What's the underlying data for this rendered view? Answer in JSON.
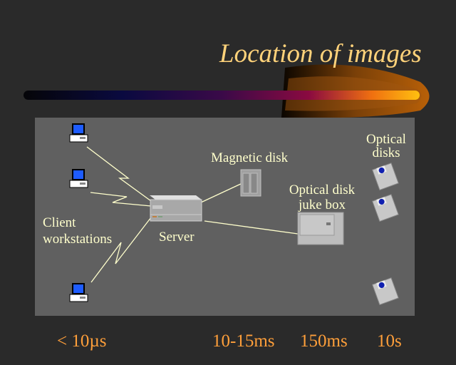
{
  "slide": {
    "title": "Location of images",
    "colors": {
      "background": "#2a2a2a",
      "panel": "#606060",
      "label": "#ffffcc",
      "latency": "#ff9f3a",
      "title": "#ffd27a"
    },
    "nodes": {
      "client_workstations": [
        "Client",
        "workstations"
      ],
      "server": "Server",
      "magnetic_disk": "Magnetic disk",
      "jukebox": [
        "Optical disk",
        "juke box"
      ],
      "optical_disks": [
        "Optical",
        "disks"
      ]
    },
    "latencies": {
      "client": "< 10µs",
      "magnetic_disk": "10-15ms",
      "jukebox": "150ms",
      "optical_disks": "10s"
    }
  }
}
